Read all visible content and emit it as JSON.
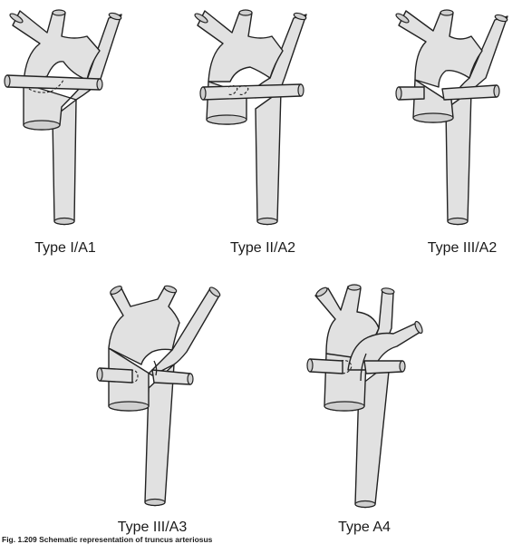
{
  "figure": {
    "panels": [
      {
        "id": "type-1-a1",
        "label": "Type I/A1"
      },
      {
        "id": "type-2-a2",
        "label": "Type II/A2"
      },
      {
        "id": "type-3-a2",
        "label": "Type III/A2"
      },
      {
        "id": "type-3-a3",
        "label": "Type III/A3"
      },
      {
        "id": "type-a4",
        "label": "Type A4"
      }
    ],
    "caption": "Fig. 1.209  Schematic representation of truncus arteriosus"
  },
  "colors": {
    "vessel_fill": "#e1e1e1",
    "outline": "#222222",
    "vessel_end": "#cfcfcf"
  }
}
